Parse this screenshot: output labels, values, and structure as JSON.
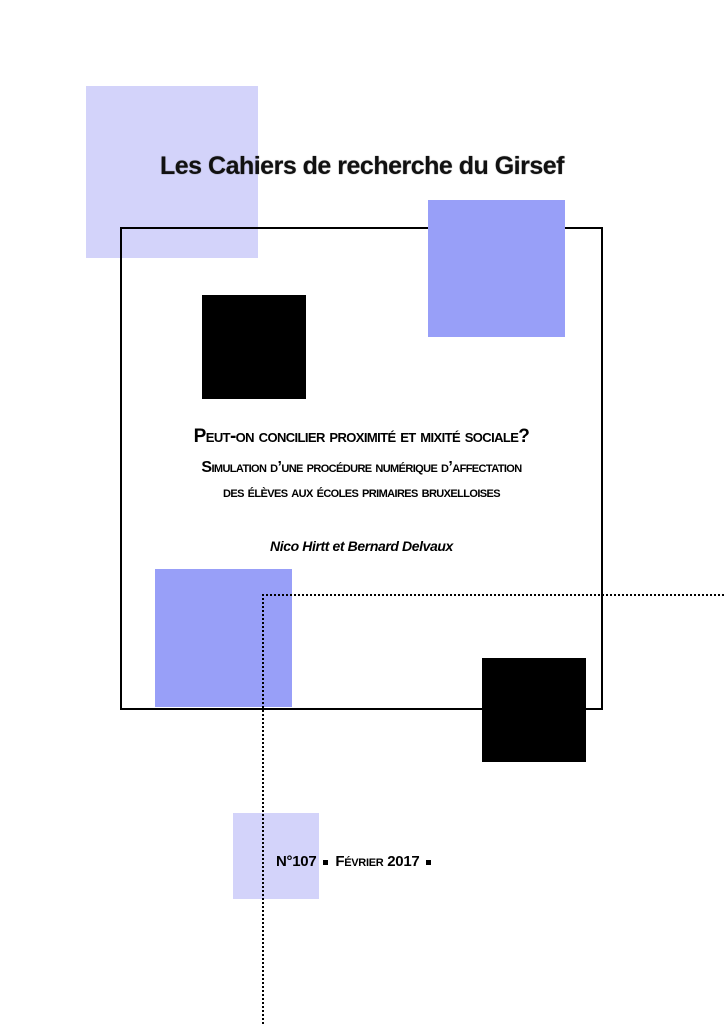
{
  "series_title": "Les Cahiers de recherche du Girsef",
  "title": "Peut-on concilier proximité et mixité sociale?",
  "subtitle_line1": "Simulation d’une procédure numérique d’affectation",
  "subtitle_line2": "des élèves aux écoles primaires bruxelloises",
  "authors": "Nico Hirtt et Bernard Delvaux",
  "issue_number": "N°107",
  "issue_date": "Février 2017",
  "colors": {
    "light_square": "#d3d3fa",
    "blue_square": "#989ff8",
    "black_square": "#000000"
  }
}
